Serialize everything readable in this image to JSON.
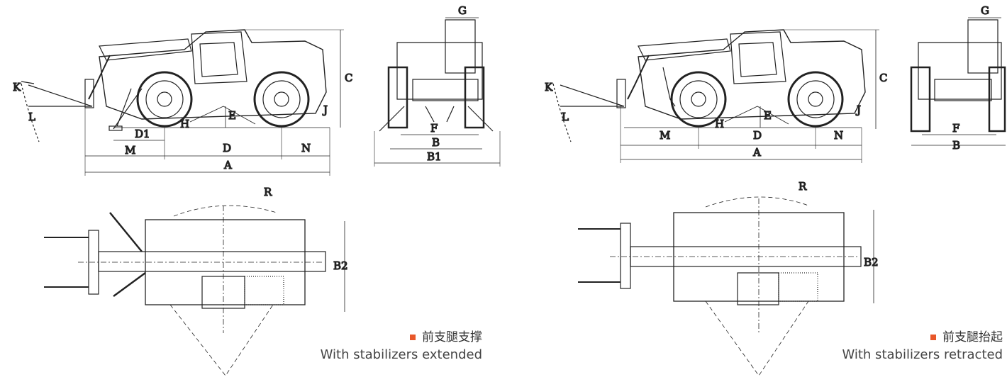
{
  "accent_color": "#e8572a",
  "panels": [
    {
      "caption_cn": "前支腿支撑",
      "caption_en": "With stabilizers extended",
      "side_labels": [
        "K",
        "L",
        "D1",
        "M",
        "D",
        "N",
        "A",
        "C",
        "H",
        "E",
        "J"
      ],
      "front_labels": [
        "G",
        "F",
        "B",
        "B1"
      ],
      "top_labels": [
        "R",
        "B2"
      ]
    },
    {
      "caption_cn": "前支腿抬起",
      "caption_en": "With stabilizers retracted",
      "side_labels": [
        "K",
        "L",
        "M",
        "D",
        "N",
        "A",
        "C",
        "H",
        "E",
        "J"
      ],
      "front_labels": [
        "G",
        "F",
        "B"
      ],
      "top_labels": [
        "R",
        "B2"
      ]
    }
  ]
}
